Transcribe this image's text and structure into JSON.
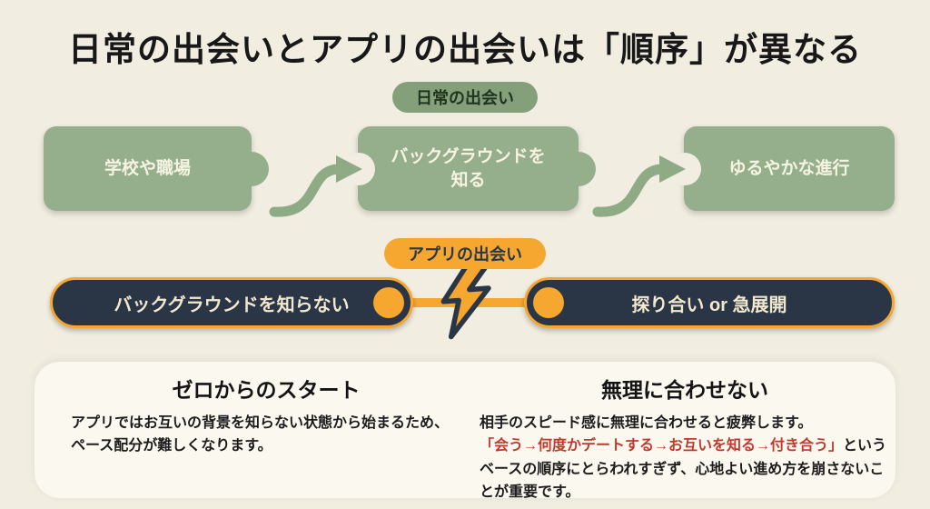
{
  "title": "日常の出会いとアプリの出会いは「順序」が異なる",
  "daily": {
    "badge": "日常の出会い",
    "steps": [
      "学校や職場",
      "バックグラウンドを知る",
      "ゆるやかな進行"
    ]
  },
  "app": {
    "badge": "アプリの出会い",
    "left_bar": "バックグラウンドを知らない",
    "right_bar": "探り合い or 急展開"
  },
  "cards": [
    {
      "heading": "ゼロからのスタート",
      "body": "アプリではお互いの背景を知らない状態から始まるため、ペース配分が難しくなります。"
    },
    {
      "heading": "無理に合わせない",
      "body_before": "相手のスピード感に無理に合わせると疲弊します。",
      "body_highlight": "「会う→何度かデートする→お互いを知る→付き合う」",
      "body_after": "というベースの順序にとらわれすぎず、心地よい進め方を崩さないことが重要です。"
    }
  ],
  "colors": {
    "background": "#f1ede0",
    "sage_green": "#95af8c",
    "badge_green": "#83a07b",
    "navy": "#2a3545",
    "orange": "#f5a730",
    "cream_text": "#f2e8cf",
    "red_text": "#bf3a2e",
    "card_bg": "#fbf8ef"
  }
}
